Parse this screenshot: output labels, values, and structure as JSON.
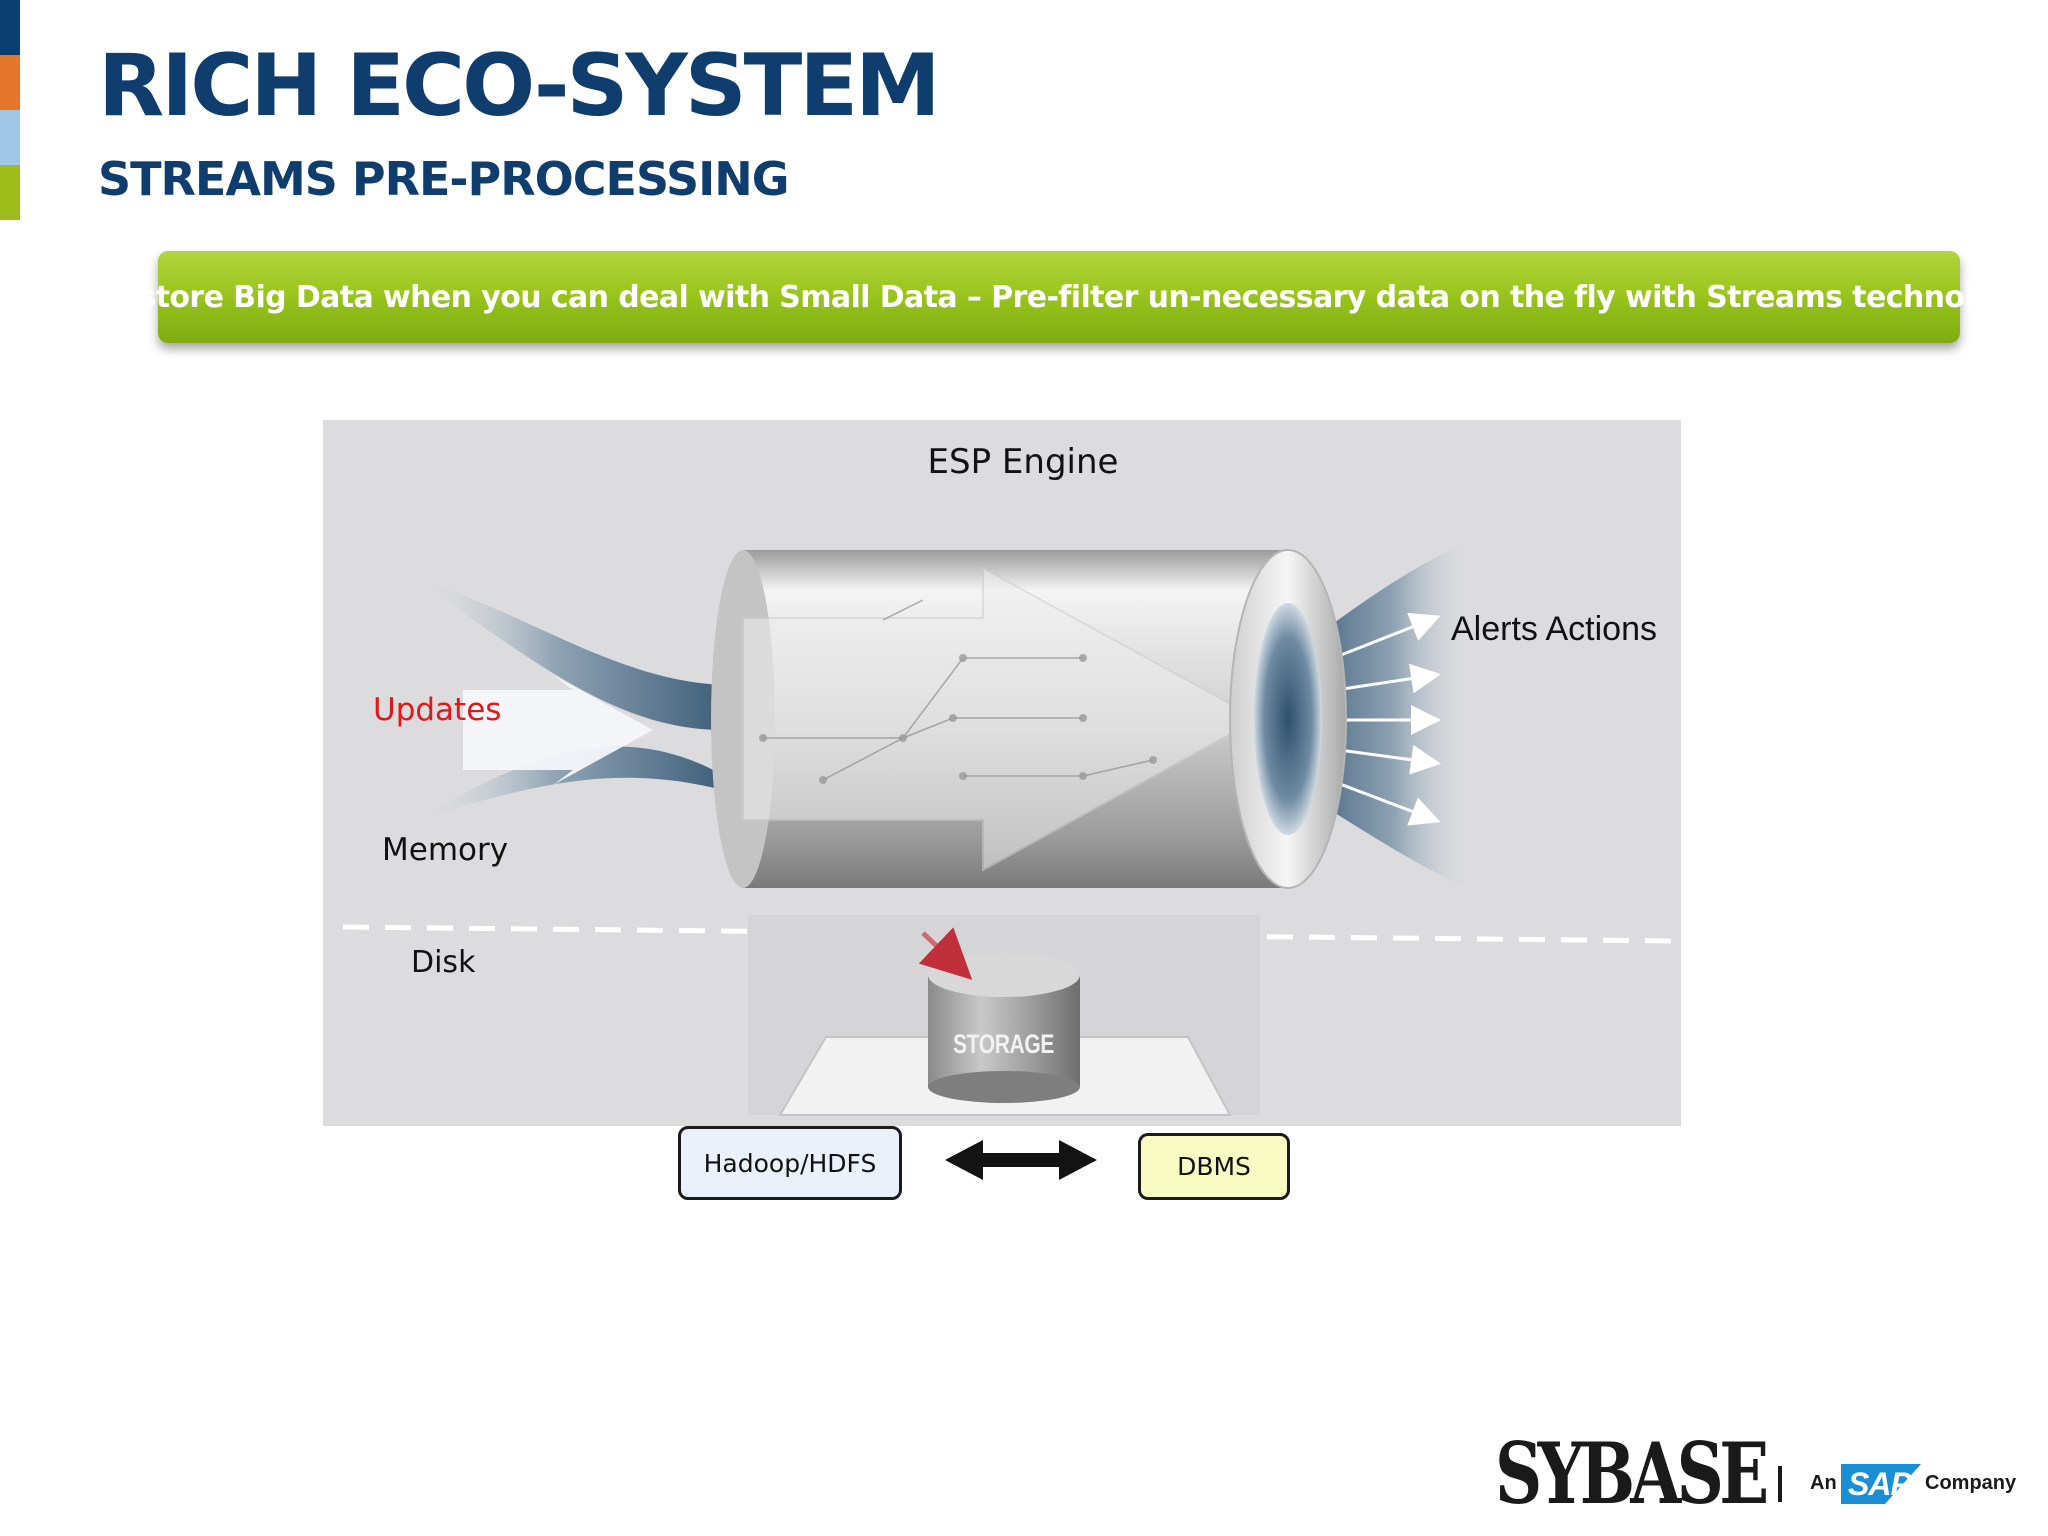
{
  "slide": {
    "title": "RICH ECO-SYSTEM",
    "subtitle": "STREAMS PRE-PROCESSING",
    "banner": "Why store Big Data when you can deal with Small Data – Pre-filter un-necessary data on the fly with Streams technologies",
    "accent_colors": [
      "#0b3f71",
      "#e3762b",
      "#9fc7e7",
      "#9fbd1a"
    ]
  },
  "diagram": {
    "engine_label": "ESP Engine",
    "input_label": "Updates",
    "output_label": "Alerts Actions",
    "memory_label": "Memory",
    "disk_label": "Disk",
    "storage_label": "STORAGE",
    "hadoop_label": "Hadoop/HDFS",
    "dbms_label": "DBMS",
    "colors": {
      "input_label": "#e01818",
      "hadoop_fill": "#eaf1fb",
      "dbms_fill": "#f8fcc2",
      "panel_bg": "#dcdcde"
    }
  },
  "logo": {
    "brand": "SYBASE",
    "prefix": "An",
    "partner": "SAP",
    "suffix": "Company"
  }
}
